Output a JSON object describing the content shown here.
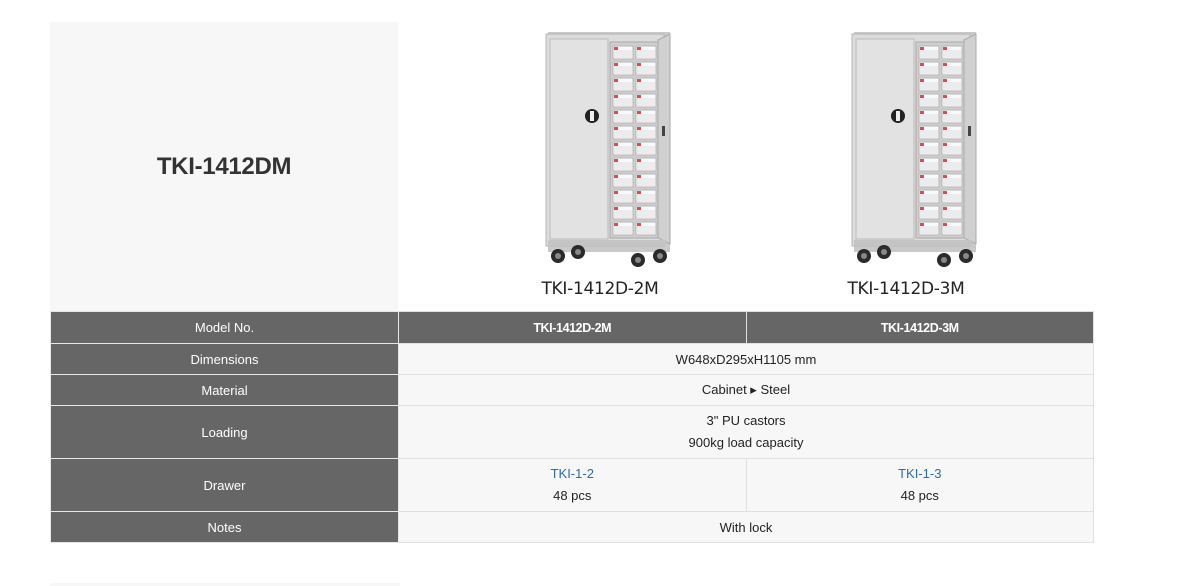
{
  "series_title": "TKI-1412DM",
  "products": [
    {
      "caption": "TKI-1412D-2M",
      "image": "cabinet-2m-icon",
      "drawer_color": "#e04a4a"
    },
    {
      "caption": "TKI-1412D-3M",
      "image": "cabinet-3m-icon",
      "drawer_color": "#e04a4a"
    }
  ],
  "table": {
    "header": {
      "label": "Model No.",
      "models": [
        "TKI-1412D-2M",
        "TKI-1412D-3M"
      ]
    },
    "dimensions": {
      "label": "Dimensions",
      "value": "W648xD295xH1105 mm"
    },
    "material": {
      "label": "Material",
      "value": "Cabinet ▸ Steel"
    },
    "loading": {
      "label": "Loading",
      "lines": [
        "3\" PU castors",
        "900kg load capacity"
      ]
    },
    "drawer": {
      "label": "Drawer",
      "items": [
        {
          "link": "TKI-1-2",
          "qty": "48 pcs"
        },
        {
          "link": "TKI-1-3",
          "qty": "48 pcs"
        }
      ]
    },
    "notes": {
      "label": "Notes",
      "value": "With lock"
    }
  },
  "colors": {
    "header_bg": "#666666",
    "cell_bg": "#f7f7f7",
    "link": "#2a6bb0"
  }
}
